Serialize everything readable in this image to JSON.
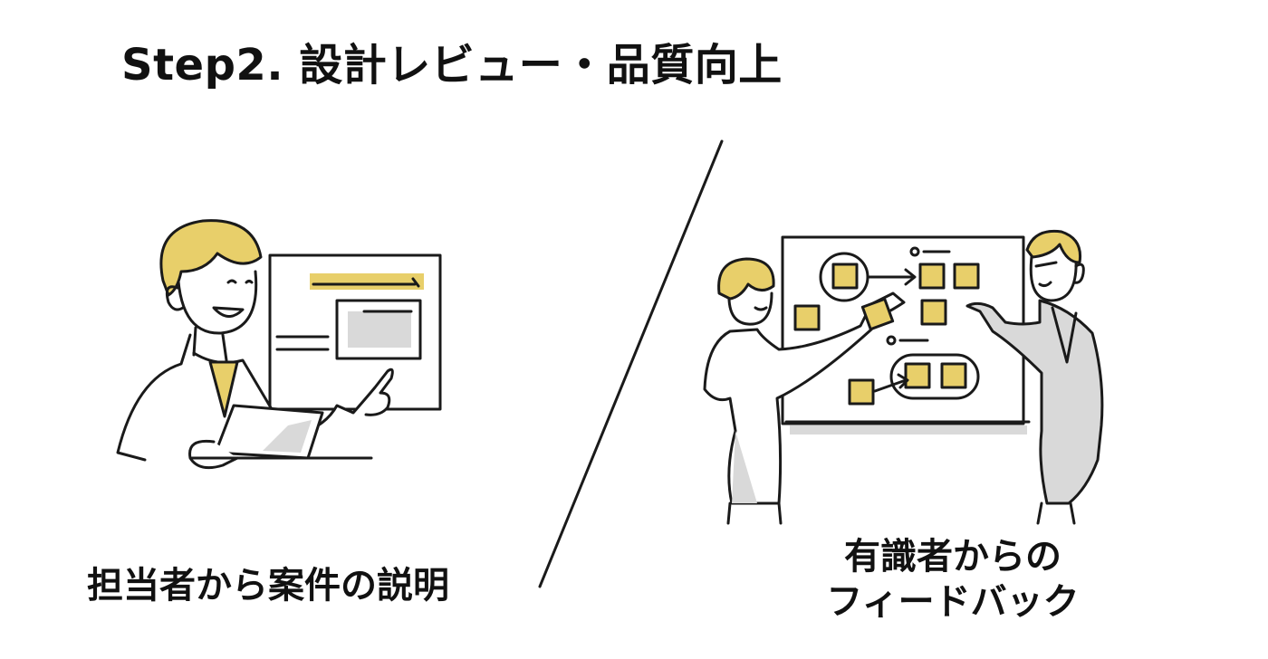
{
  "title": "Step2. 設計レビュー・品質向上",
  "left_caption": "担当者から案件の説明",
  "right_caption": {
    "line1": "有識者からの",
    "line2": "フィードバック"
  },
  "colors": {
    "accent": "#e8cf6a",
    "ink": "#1a1a1a",
    "gray": "#d9d9d9"
  }
}
